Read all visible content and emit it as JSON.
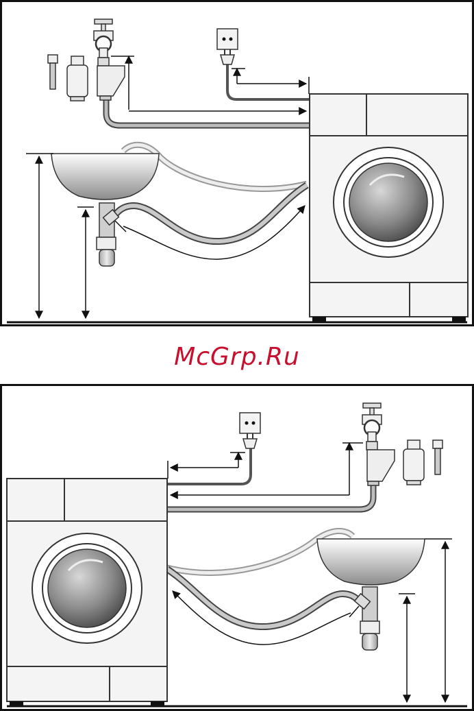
{
  "watermark": {
    "text": "McGrp.Ru",
    "color": "#c8102e"
  },
  "diagrams": [
    {
      "id": "installation-right",
      "orientation": "machine-right"
    },
    {
      "id": "installation-left",
      "orientation": "machine-left"
    }
  ],
  "parts": [
    "water-tap-icon",
    "hose-filter-icon",
    "hose-fitting-icon",
    "power-socket-icon",
    "power-plug-icon",
    "washing-machine-icon",
    "sink-icon",
    "drain-siphon-icon"
  ]
}
